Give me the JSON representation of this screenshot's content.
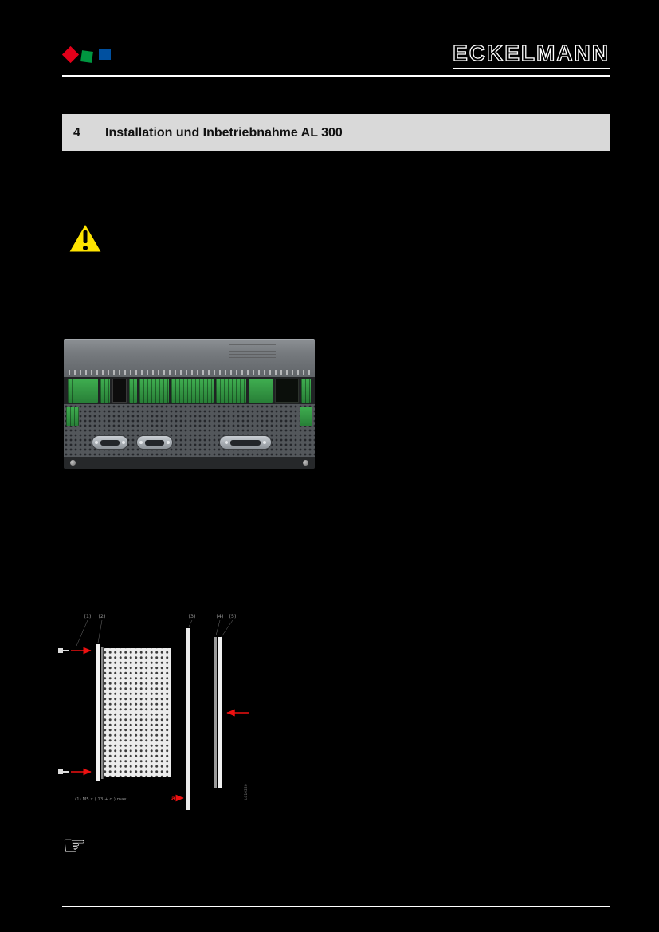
{
  "page": {
    "background": "#000000"
  },
  "header": {
    "wordmark": "ECKELMANN",
    "logo_colors": {
      "diamond_red": "#e2001a",
      "square_green": "#009640",
      "square_blue": "#0050a0"
    }
  },
  "section": {
    "number": "4",
    "title": "Installation und Inbetriebnahme AL 300",
    "bar_color": "#d9d9d9"
  },
  "icons": {
    "warning": {
      "name": "warning-triangle-icon",
      "fill": "#ffe400"
    },
    "note_hand": {
      "name": "pointing-hand-icon",
      "char": "☞"
    }
  },
  "device_photo": {
    "description": "rear view of AL 300 controller with green terminal blocks, perforated panel and D-sub connectors"
  },
  "diagram": {
    "labels": [
      "(1)",
      "(2)",
      "(3)",
      "(4)",
      "(5)"
    ],
    "note": "(1)   M5 x ( 13 + d ) max",
    "dimension_label": "a",
    "side_label": "L010220",
    "arrow_color": "#ee1111"
  }
}
